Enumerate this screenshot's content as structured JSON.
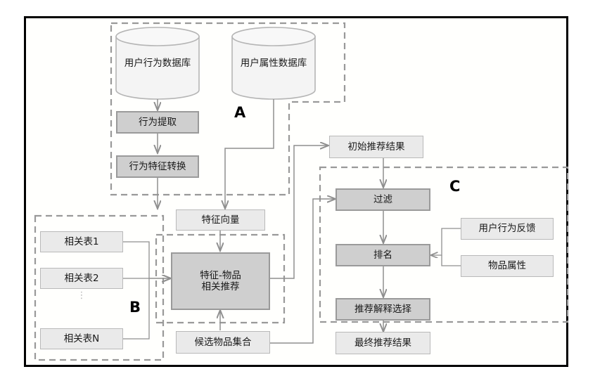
{
  "diagram": {
    "title": "Recommendation System Architecture Flowchart",
    "zones": [
      {
        "id": "A",
        "label": "A"
      },
      {
        "id": "B",
        "label": "B"
      },
      {
        "id": "C",
        "label": "C"
      }
    ],
    "databases": [
      {
        "id": "user-behavior-db",
        "label": "用户行为数据库"
      },
      {
        "id": "user-attribute-db",
        "label": "用户属性数据库"
      }
    ],
    "process_nodes": [
      {
        "id": "behavior-extraction",
        "label": "行为提取"
      },
      {
        "id": "behavior-feature-transform",
        "label": "行为特征转换"
      },
      {
        "id": "feature-item-recommend",
        "label": "特征-物品\n相关推荐",
        "line1": "特征-物品",
        "line2": "相关推荐"
      },
      {
        "id": "filter",
        "label": "过滤"
      },
      {
        "id": "ranking",
        "label": "排名"
      },
      {
        "id": "explanation-selection",
        "label": "推荐解释选择"
      }
    ],
    "data_nodes": [
      {
        "id": "feature-vector",
        "label": "特征向量"
      },
      {
        "id": "related-table-1",
        "label": "相关表1"
      },
      {
        "id": "related-table-2",
        "label": "相关表2"
      },
      {
        "id": "related-table-n",
        "label": "相关表N"
      },
      {
        "id": "candidate-item-set",
        "label": "候选物品集合"
      },
      {
        "id": "initial-recommend-result",
        "label": "初始推荐结果"
      },
      {
        "id": "final-recommend-result",
        "label": "最终推荐结果"
      },
      {
        "id": "user-behavior-feedback",
        "label": "用户行为反馈"
      },
      {
        "id": "item-attribute",
        "label": "物品属性"
      }
    ],
    "ellipsis": "⋮",
    "colors": {
      "process_fill": "#cfcfcf",
      "process_border": "#9a9a9a",
      "data_fill": "#eaeaea",
      "data_border": "#b9b9b9",
      "cylinder_fill": "#f4f4f4",
      "cylinder_border": "#b5b5b5",
      "connector": "#8f8f8f",
      "zone_border": "#999999",
      "frame_border": "#000000",
      "background": "#ffffff"
    }
  }
}
